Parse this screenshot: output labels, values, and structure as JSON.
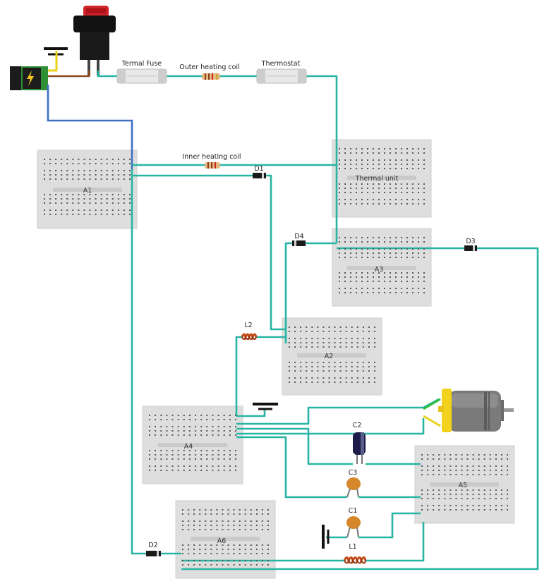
{
  "components": {
    "thermal_fuse": "Termal Fuse",
    "outer_heating_coil": "Outer heating coil",
    "thermostat": "Thermostat",
    "inner_heating_coil": "Inner heating coil",
    "d1": "D1",
    "d2": "D2",
    "d3": "D3",
    "d4": "D4",
    "l1": "L1",
    "l2": "L2",
    "c1": "C1",
    "c2": "C2",
    "c3": "C3"
  },
  "breadboards": {
    "a1": "A1",
    "a2": "A2",
    "a3": "A3",
    "a4": "A4",
    "a5": "A5",
    "a6": "A6",
    "thermal_unit": "Thermal unit"
  },
  "colors": {
    "wire": "#26b5a4",
    "power_wire": "#3d6fc6",
    "switch_red": "#d2222a",
    "motor_yellow": "#f2d21c"
  }
}
